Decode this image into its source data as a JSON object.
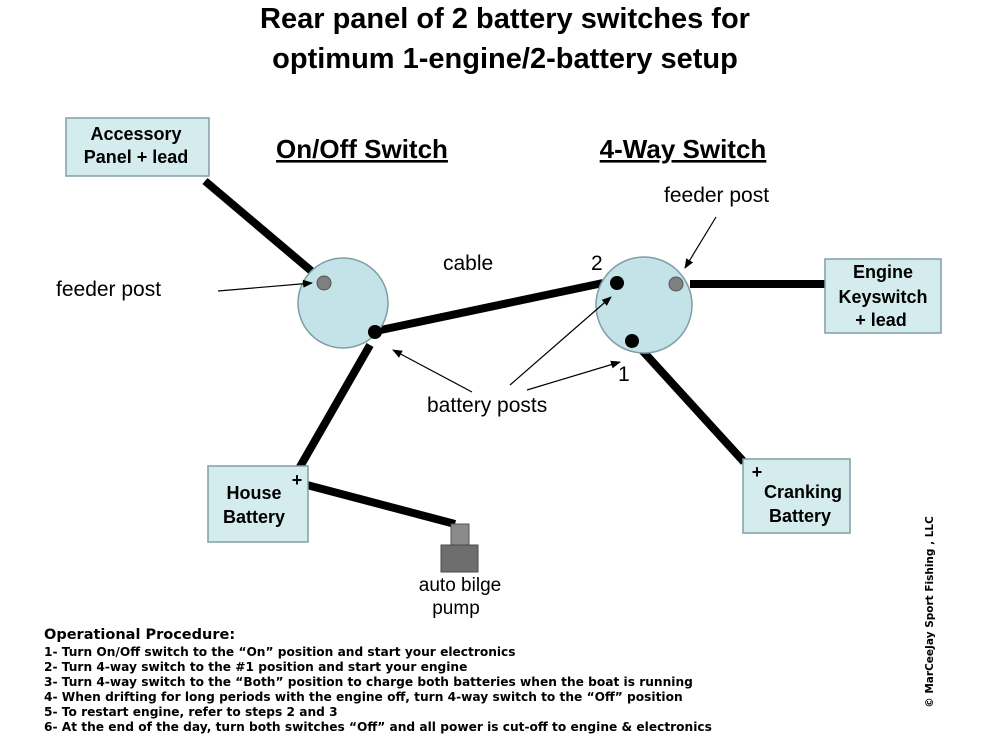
{
  "title": {
    "line1": "Rear panel of 2 battery switches for",
    "line2": "optimum 1-engine/2-battery setup"
  },
  "switches": {
    "onoff_heading": "On/Off Switch",
    "fourway_heading": "4-Way Switch"
  },
  "boxes": {
    "accessory": {
      "line1": "Accessory",
      "line2": "Panel + lead"
    },
    "house": {
      "line1": "House",
      "line2": "Battery",
      "plus": "+"
    },
    "engine": {
      "line1": "Engine",
      "line2": "Keyswitch",
      "line3": "+ lead"
    },
    "cranking": {
      "line1": "Cranking",
      "line2": "Battery",
      "plus": "+"
    }
  },
  "labels": {
    "feeder_post_left": "feeder post",
    "feeder_post_right": "feeder post",
    "cable": "cable",
    "battery_posts": "battery posts",
    "post_2": "2",
    "post_1": "1",
    "bilge_line1": "auto bilge",
    "bilge_line2": "pump"
  },
  "procedure": {
    "title": "Operational Procedure:",
    "steps": [
      "1- Turn On/Off switch to the “On” position and start your electronics",
      "2- Turn 4-way switch to the #1 position and start your engine",
      "3- Turn 4-way switch to the “Both” position to charge both batteries when the boat is running",
      "4- When drifting for long periods with the engine off, turn 4-way switch to the “Off” position",
      "5- To restart engine, refer to steps 2 and 3",
      "6- At the end of the day, turn both switches “Off” and all power is cut-off to engine & electronics"
    ]
  },
  "copyright": "© MarCeeJay Sport Fishing , LLC",
  "colors": {
    "box_fill": "#d4ecee",
    "switch_fill": "#c3e3e8",
    "outline": "#7f9ea6",
    "cable": "#000000",
    "feeder_post": "#808080",
    "battery_post": "#000000"
  }
}
